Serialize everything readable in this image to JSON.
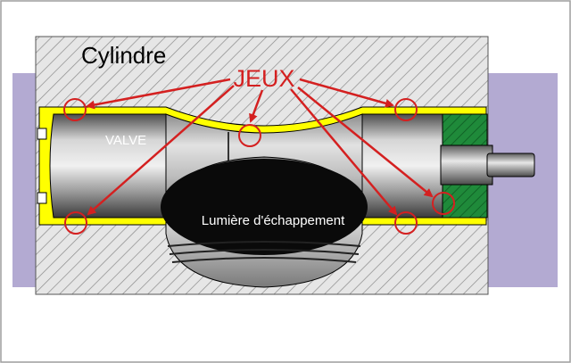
{
  "labels": {
    "cylinder": "Cylindre",
    "clearances": "JEUX",
    "valve": "VALVE",
    "exhaust_port": "Lumière d'échappement"
  },
  "colors": {
    "background": "#ffffff",
    "frame_border": "#9e9e9e",
    "hatch_fill": "#e6e6e6",
    "hatch_line": "#8a8a8a",
    "end_cap": "#b3aad2",
    "clearance_gap": "#ffff00",
    "seal_green": "#1f8a3a",
    "annotation_red": "#d42020",
    "port_black": "#0a0a0a"
  }
}
